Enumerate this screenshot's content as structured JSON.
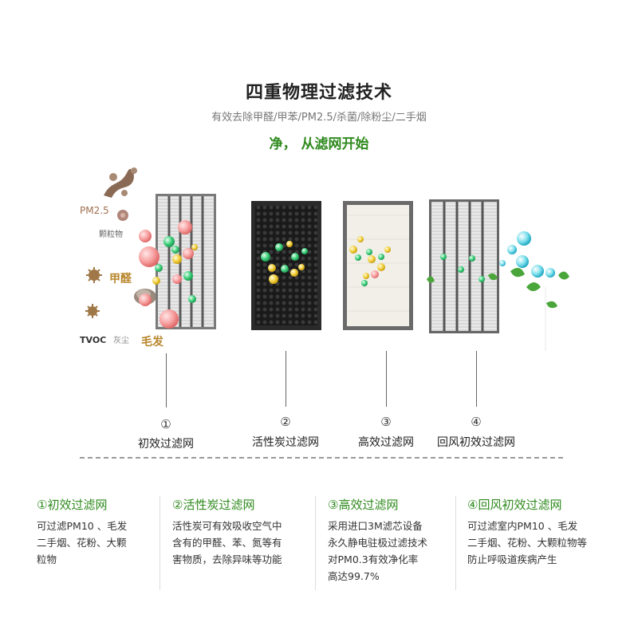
{
  "header": {
    "title": "四重物理过滤技术",
    "subtitle": "有效去除甲醛/甲苯/PM2.5/杀菌/除粉尘/二手烟",
    "slogan": "净， 从滤网开始"
  },
  "pollutants": {
    "pm25": "PM2.5",
    "particles": "颗粒物",
    "formaldehyde": "甲醛",
    "tvoc": "TVOC",
    "dust": "灰尘",
    "hair": "毛发"
  },
  "filters": [
    {
      "num": "①",
      "label": "初效过滤网"
    },
    {
      "num": "②",
      "label": "活性炭过滤网"
    },
    {
      "num": "③",
      "label": "高效过滤网"
    },
    {
      "num": "④",
      "label": "回风初效过滤网"
    }
  ],
  "cards": [
    {
      "title": "①初效过滤网",
      "lines": [
        "可过滤PM10 、毛发",
        "二手烟、花粉、大颗",
        "粒物"
      ]
    },
    {
      "title": "②活性炭过滤网",
      "lines": [
        "活性炭可有效吸收空气中",
        "含有的甲醛、苯、氮等有",
        "害物质，去除异味等功能"
      ]
    },
    {
      "title": "③高效过滤网",
      "lines": [
        "采用进口3M滤芯设备",
        "永久静电驻极过滤技术",
        "对PM0.3有效净化率",
        "高达99.7%"
      ]
    },
    {
      "title": "④回风初效过滤网",
      "lines": [
        "可过滤室内PM10 、毛发",
        "二手烟、花粉、大颗粒物等",
        "防止呼吸道疾病产生"
      ]
    }
  ],
  "colors": {
    "accent": "#2f8a1e",
    "pollutant_label": "#b8862c"
  }
}
